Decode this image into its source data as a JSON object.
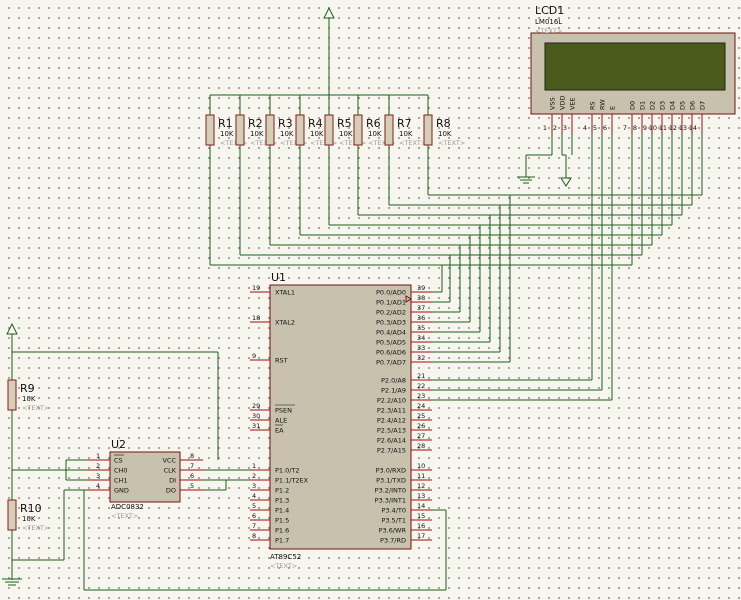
{
  "u1": {
    "ref": "U1",
    "part": "AT89C52",
    "text": "<TEXT>",
    "left_pins": [
      {
        "num": "19",
        "label": "XTAL1"
      },
      {
        "num": "18",
        "label": "XTAL2"
      },
      {
        "num": "9",
        "label": "RST"
      },
      {
        "num": "29",
        "label": "PSEN"
      },
      {
        "num": "30",
        "label": "ALE"
      },
      {
        "num": "31",
        "label": "EA"
      },
      {
        "num": "1",
        "label": "P1.0/T2"
      },
      {
        "num": "2",
        "label": "P1.1/T2EX"
      },
      {
        "num": "3",
        "label": "P1.2"
      },
      {
        "num": "4",
        "label": "P1.3"
      },
      {
        "num": "5",
        "label": "P1.4"
      },
      {
        "num": "6",
        "label": "P1.5"
      },
      {
        "num": "7",
        "label": "P1.6"
      },
      {
        "num": "8",
        "label": "P1.7"
      }
    ],
    "right_pins": [
      {
        "num": "39",
        "label": "P0.0/AD0"
      },
      {
        "num": "38",
        "label": "P0.1/AD1"
      },
      {
        "num": "37",
        "label": "P0.2/AD2"
      },
      {
        "num": "36",
        "label": "P0.3/AD3"
      },
      {
        "num": "35",
        "label": "P0.4/AD4"
      },
      {
        "num": "34",
        "label": "P0.5/AD5"
      },
      {
        "num": "33",
        "label": "P0.6/AD6"
      },
      {
        "num": "32",
        "label": "P0.7/AD7"
      },
      {
        "num": "21",
        "label": "P2.0/A8"
      },
      {
        "num": "22",
        "label": "P2.1/A9"
      },
      {
        "num": "23",
        "label": "P2.2/A10"
      },
      {
        "num": "24",
        "label": "P2.3/A11"
      },
      {
        "num": "25",
        "label": "P2.4/A12"
      },
      {
        "num": "26",
        "label": "P2.5/A13"
      },
      {
        "num": "27",
        "label": "P2.6/A14"
      },
      {
        "num": "28",
        "label": "P2.7/A15"
      },
      {
        "num": "10",
        "label": "P3.0/RXD"
      },
      {
        "num": "11",
        "label": "P3.1/TXD"
      },
      {
        "num": "12",
        "label": "P3.2/INT0"
      },
      {
        "num": "13",
        "label": "P3.3/INT1"
      },
      {
        "num": "14",
        "label": "P3.4/T0"
      },
      {
        "num": "15",
        "label": "P3.5/T1"
      },
      {
        "num": "16",
        "label": "P3.6/WR"
      },
      {
        "num": "17",
        "label": "P3.7/RD"
      }
    ]
  },
  "u2": {
    "ref": "U2",
    "part": "ADC0832",
    "text": "<TEXT>",
    "left_pins": [
      {
        "num": "1",
        "label": "CS"
      },
      {
        "num": "2",
        "label": "CH0"
      },
      {
        "num": "3",
        "label": "CH1"
      },
      {
        "num": "4",
        "label": "GND"
      }
    ],
    "right_pins": [
      {
        "num": "8",
        "label": "VCC"
      },
      {
        "num": "7",
        "label": "CLK"
      },
      {
        "num": "6",
        "label": "DI"
      },
      {
        "num": "5",
        "label": "DO"
      }
    ]
  },
  "lcd": {
    "ref": "LCD1",
    "part": "LM016L",
    "text": "<TEXT>",
    "pins": [
      {
        "num": "1",
        "label": "VSS"
      },
      {
        "num": "2",
        "label": "VDD"
      },
      {
        "num": "3",
        "label": "VEE"
      },
      {
        "num": "4",
        "label": "RS"
      },
      {
        "num": "5",
        "label": "RW"
      },
      {
        "num": "6",
        "label": "E"
      },
      {
        "num": "7",
        "label": "D0"
      },
      {
        "num": "8",
        "label": "D1"
      },
      {
        "num": "9",
        "label": "D2"
      },
      {
        "num": "10",
        "label": "D3"
      },
      {
        "num": "11",
        "label": "D4"
      },
      {
        "num": "12",
        "label": "D5"
      },
      {
        "num": "13",
        "label": "D6"
      },
      {
        "num": "14",
        "label": "D7"
      }
    ],
    "screen_color": "#4a5a1a"
  },
  "resistors": [
    {
      "ref": "R1",
      "value": "10K",
      "text": "<TEXT>"
    },
    {
      "ref": "R2",
      "value": "10K",
      "text": "<TEXT>"
    },
    {
      "ref": "R3",
      "value": "10K",
      "text": "<TEXT>"
    },
    {
      "ref": "R4",
      "value": "10K",
      "text": "<TEXT>"
    },
    {
      "ref": "R5",
      "value": "10K",
      "text": "<TEXT>"
    },
    {
      "ref": "R6",
      "value": "10K",
      "text": "<TEXT>"
    },
    {
      "ref": "R7",
      "value": "10K",
      "text": "<TEXT>"
    },
    {
      "ref": "R8",
      "value": "10K",
      "text": "<TEXT>"
    },
    {
      "ref": "R9",
      "value": "10K",
      "text": "<TEXT>"
    },
    {
      "ref": "R10",
      "value": "10K",
      "text": "<TEXT>"
    }
  ],
  "colors": {
    "wire": "#1f5f1f",
    "component": "#8a1a1a",
    "body": "#c7c1ae",
    "grid_dot": "#8f8f8f",
    "background": "#f6f5ee"
  }
}
